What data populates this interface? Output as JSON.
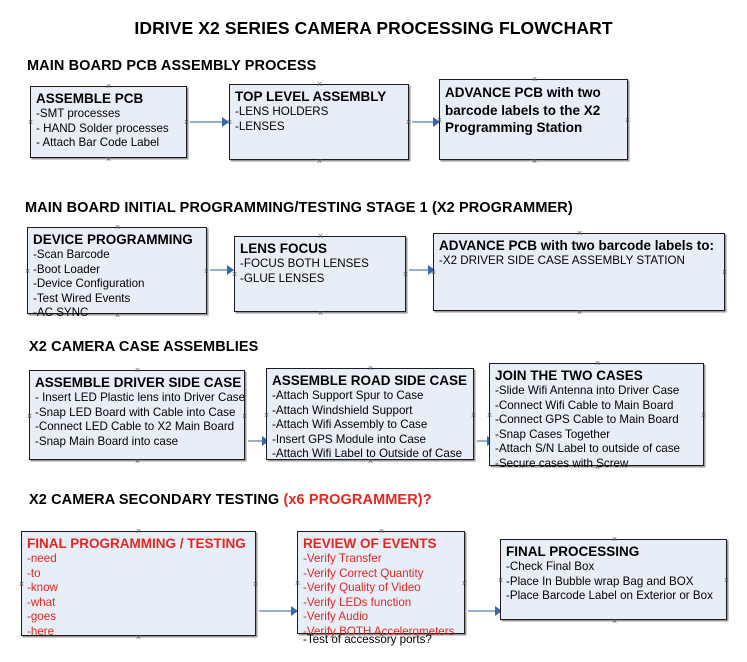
{
  "document": {
    "title": "IDRIVE X2  SERIES CAMERA PROCESSING FLOWCHART"
  },
  "sections": [
    {
      "id": "main-board-pcb-assembly-process",
      "heading": "MAIN BOARD PCB ASSEMBLY PROCESS",
      "heading_accent": "",
      "nodes": [
        {
          "id": "assemble-pcb",
          "title": "ASSEMBLE PCB",
          "lines": [
            "-SMT processes",
            "- HAND Solder processes",
            "- Attach Bar Code Label"
          ]
        },
        {
          "id": "top-level-assembly",
          "title": "TOP LEVEL ASSEMBLY",
          "lines": [
            "-LENS HOLDERS",
            "-LENSES"
          ]
        },
        {
          "id": "advance-pcb-programming-station",
          "title": "ADVANCE PCB with two barcode labels to the  X2 Programming Station",
          "lines": []
        }
      ]
    },
    {
      "id": "main-board-initial-programming",
      "heading": "MAIN BOARD INITIAL PROGRAMMING/TESTING STAGE 1 (X2 PROGRAMMER)",
      "heading_accent": "",
      "nodes": [
        {
          "id": "device-programming",
          "title": "DEVICE PROGRAMMING",
          "lines": [
            "-Scan Barcode",
            "-Boot Loader",
            "-Device Configuration",
            "-Test Wired Events",
            "-AC SYNC"
          ]
        },
        {
          "id": "lens-focus",
          "title": "LENS FOCUS",
          "lines": [
            "-FOCUS BOTH LENSES",
            "-GLUE LENSES"
          ]
        },
        {
          "id": "advance-pcb-driver-side-case",
          "title": "ADVANCE PCB with two barcode labels to:",
          "lines": [
            "-X2 DRIVER  SIDE  CASE  ASSEMBLY STATION"
          ]
        }
      ]
    },
    {
      "id": "x2-camera-case-assemblies",
      "heading": "X2 CAMERA CASE ASSEMBLIES",
      "heading_accent": "",
      "nodes": [
        {
          "id": "assemble-driver-side-case",
          "title": "ASSEMBLE DRIVER SIDE CASE",
          "lines": [
            "- Insert LED Plastic lens into Driver Case",
            "-Snap LED Board with Cable into Case",
            "-Connect LED Cable to X2 Main Board",
            "-Snap Main Board into case"
          ]
        },
        {
          "id": "assemble-road-side-case",
          "title": "ASSEMBLE ROAD SIDE CASE",
          "lines": [
            "-Attach Support Spur to Case",
            "-Attach Windshield Support",
            "-Attach Wifi Assembly to Case",
            "-Insert GPS Module into Case",
            "-Attach Wifi Label to Outside of Case"
          ]
        },
        {
          "id": "join-the-two-cases",
          "title": "JOIN THE TWO CASES",
          "lines": [
            "-Slide Wifi Antenna into Driver Case",
            "-Connect Wifi Cable to Main Board",
            "-Connect GPS Cable to Main Board",
            "-Snap Cases Together",
            "-Attach S/N Label to outside of case",
            "-Secure cases with Screw"
          ]
        }
      ]
    },
    {
      "id": "x2-camera-secondary-testing",
      "heading": "X2 CAMERA SECONDARY TESTING ",
      "heading_accent": "(x6 PROGRAMMER)?",
      "nodes": [
        {
          "id": "final-programming-testing",
          "title": "FINAL PROGRAMMING / TESTING",
          "lines": [
            "-need",
            "-to",
            "-know",
            "-what",
            "-goes",
            "-here"
          ]
        },
        {
          "id": "review-of-events",
          "title": "REVIEW OF EVENTS",
          "lines": [
            "-Verify Transfer",
            "-Verify Correct Quantity",
            "-Verify Quality of Video",
            "-Verify LEDs function",
            "-Verify Audio",
            "-Verify BOTH Accelerometers"
          ],
          "overflow_line": "-Test of accessory ports?"
        },
        {
          "id": "final-processing",
          "title": "FINAL PROCESSING",
          "lines": [
            " -Check Final Box",
            "-Place In Bubble wrap Bag and BOX",
            "-Place Barcode Label on Exterior or Box"
          ]
        }
      ]
    }
  ],
  "colors": {
    "node_fill": "#e8eef7",
    "node_border": "#1c1c1c",
    "accent_red": "#e8251f",
    "connector": "#93b0cc",
    "arrow": "#3a66b0"
  }
}
